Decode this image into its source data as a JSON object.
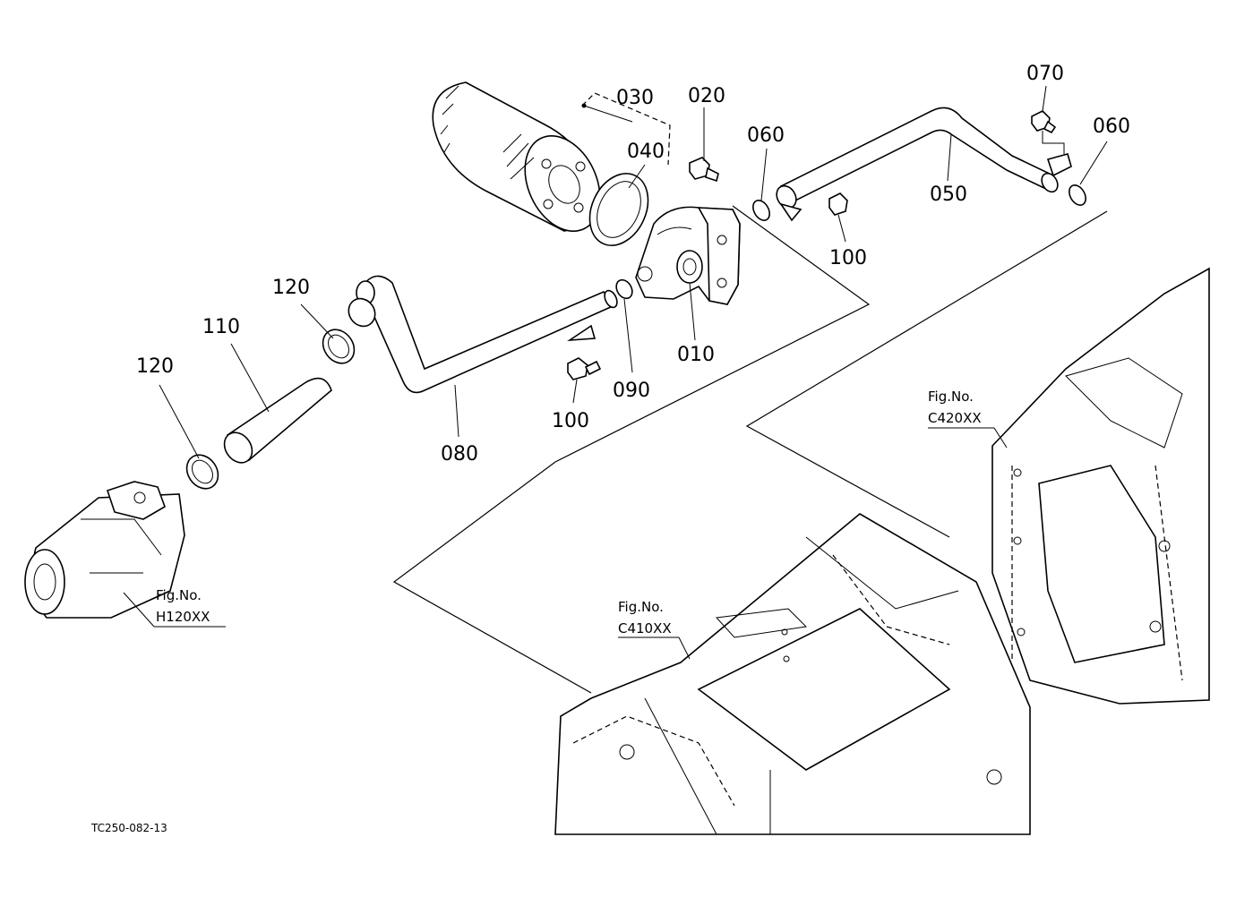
{
  "diagram_code": "TC250-082-13",
  "part_labels": {
    "p010": "010",
    "p020": "020",
    "p030": "030",
    "p040": "040",
    "p050": "050",
    "p060a": "060",
    "p060b": "060",
    "p070": "070",
    "p080": "080",
    "p090": "090",
    "p100a": "100",
    "p100b": "100",
    "p110": "110",
    "p120a": "120",
    "p120b": "120"
  },
  "figure_refs": {
    "h120": {
      "title": "Fig.No.",
      "code": "H120XX"
    },
    "c410": {
      "title": "Fig.No.",
      "code": "C410XX"
    },
    "c420": {
      "title": "Fig.No.",
      "code": "C420XX"
    }
  }
}
